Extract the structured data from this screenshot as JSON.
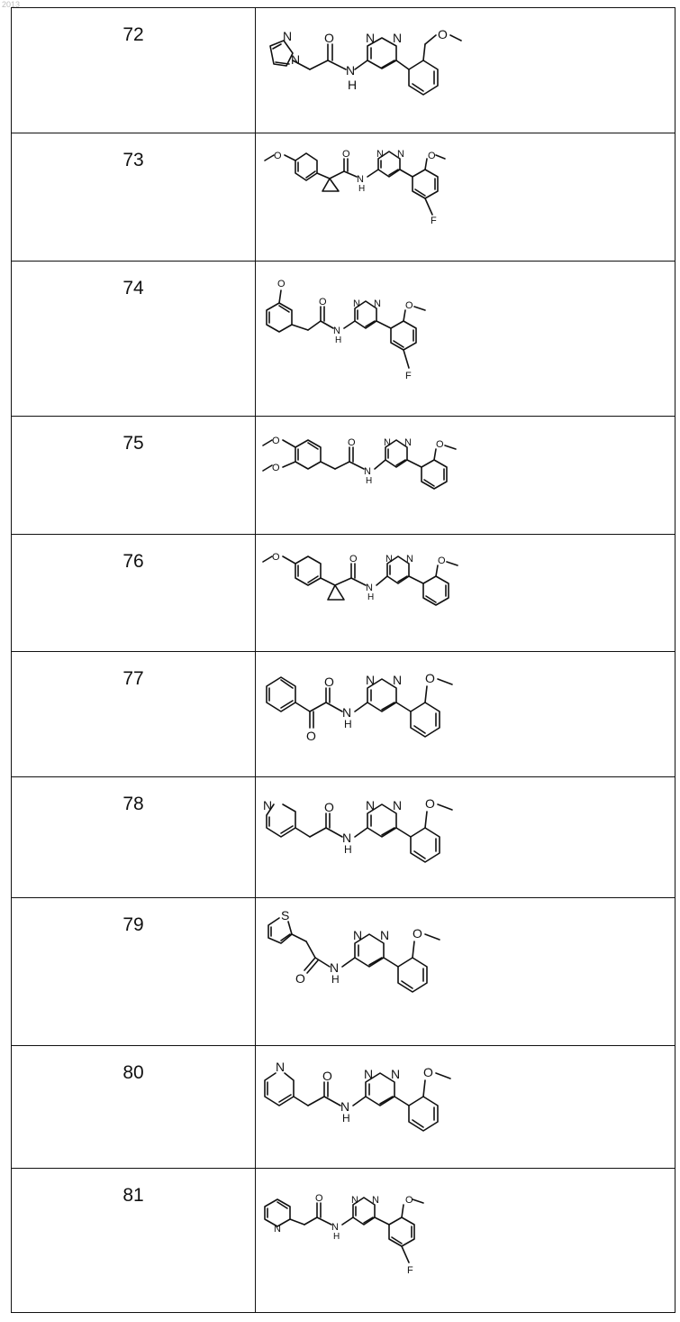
{
  "header_fragment": "2013",
  "rows": [
    {
      "number": "72",
      "structure_icon": "pyrazolyl-acetamide-pyrimidine-methoxyphenyl-structure",
      "labels": [
        "N",
        "N",
        "O",
        "N",
        "N",
        "N",
        "H",
        "O"
      ]
    },
    {
      "number": "73",
      "structure_icon": "methoxyphenyl-cyclopropane-carboxamide-fluoro-structure",
      "labels": [
        "O",
        "O",
        "N",
        "N",
        "N",
        "H",
        "O",
        "F"
      ]
    },
    {
      "number": "74",
      "structure_icon": "methoxyphenyl-acetamide-fluoro-structure",
      "labels": [
        "O",
        "O",
        "N",
        "N",
        "N",
        "H",
        "O",
        "F"
      ]
    },
    {
      "number": "75",
      "structure_icon": "dimethoxyphenyl-acetamide-structure",
      "labels": [
        "O",
        "O",
        "O",
        "N",
        "N",
        "N",
        "H",
        "O"
      ]
    },
    {
      "number": "76",
      "structure_icon": "methoxyphenyl-cyclopropane-carboxamide-structure",
      "labels": [
        "O",
        "O",
        "N",
        "N",
        "N",
        "H",
        "O"
      ]
    },
    {
      "number": "77",
      "structure_icon": "phenyl-oxoacetamide-structure",
      "labels": [
        "O",
        "O",
        "N",
        "N",
        "N",
        "H",
        "O"
      ]
    },
    {
      "number": "78",
      "structure_icon": "pyridin-4-yl-acetamide-structure",
      "labels": [
        "N",
        "O",
        "N",
        "N",
        "N",
        "H",
        "O"
      ]
    },
    {
      "number": "79",
      "structure_icon": "thiophen-2-yl-acetamide-structure",
      "labels": [
        "S",
        "N",
        "N",
        "O",
        "N",
        "H",
        "O"
      ]
    },
    {
      "number": "80",
      "structure_icon": "pyridin-3-yl-acetamide-structure",
      "labels": [
        "N",
        "O",
        "N",
        "N",
        "N",
        "H",
        "O"
      ]
    },
    {
      "number": "81",
      "structure_icon": "pyridin-2-yl-acetamide-fluoro-structure",
      "labels": [
        "N",
        "O",
        "N",
        "N",
        "N",
        "H",
        "O",
        "F"
      ]
    }
  ]
}
